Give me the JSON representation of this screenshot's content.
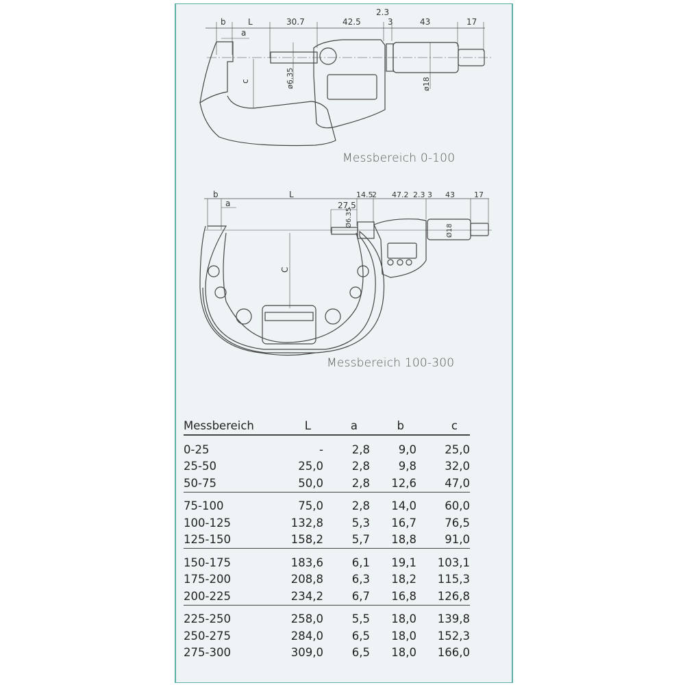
{
  "drawing1": {
    "caption": "Messbereich 0-100",
    "dims": {
      "b": "b",
      "L": "L",
      "a": "a",
      "d1": "30.7",
      "d2": "42.5",
      "d3": "2.3",
      "d4": "3",
      "d5": "43",
      "d6": "17",
      "c": "c",
      "spindle_dia": "ø6.35",
      "thimble_dia": "ø18"
    }
  },
  "drawing2": {
    "caption": "Messbereich 100-300",
    "dims": {
      "b": "b",
      "L": "L",
      "a": "a",
      "d0": "27.5",
      "d1": "14.5",
      "d2": "2",
      "d3": "47.2",
      "d4": "2.3",
      "d5": "3",
      "d6": "43",
      "d7": "17",
      "c": "C",
      "spindle_dia": "Ø6.35",
      "thimble_dia": "Ø18"
    }
  },
  "table": {
    "headers": [
      "Messbereich",
      "L",
      "a",
      "b",
      "c"
    ],
    "groups": [
      [
        [
          "0-25",
          "-",
          "2,8",
          "9,0",
          "25,0"
        ],
        [
          "25-50",
          "25,0",
          "2,8",
          "9,8",
          "32,0"
        ],
        [
          "50-75",
          "50,0",
          "2,8",
          "12,6",
          "47,0"
        ]
      ],
      [
        [
          "75-100",
          "75,0",
          "2,8",
          "14,0",
          "60,0"
        ],
        [
          "100-125",
          "132,8",
          "5,3",
          "16,7",
          "76,5"
        ],
        [
          "125-150",
          "158,2",
          "5,7",
          "18,8",
          "91,0"
        ]
      ],
      [
        [
          "150-175",
          "183,6",
          "6,1",
          "19,1",
          "103,1"
        ],
        [
          "175-200",
          "208,8",
          "6,3",
          "18,2",
          "115,3"
        ],
        [
          "200-225",
          "234,2",
          "6,7",
          "16,8",
          "126,8"
        ]
      ],
      [
        [
          "225-250",
          "258,0",
          "5,5",
          "18,0",
          "139,8"
        ],
        [
          "250-275",
          "284,0",
          "6,5",
          "18,0",
          "152,3"
        ],
        [
          "275-300",
          "309,0",
          "6,5",
          "18,0",
          "166,0"
        ]
      ]
    ]
  },
  "colors": {
    "background": "#eef4f6",
    "border": "#5aaea6",
    "line": "#444444"
  }
}
